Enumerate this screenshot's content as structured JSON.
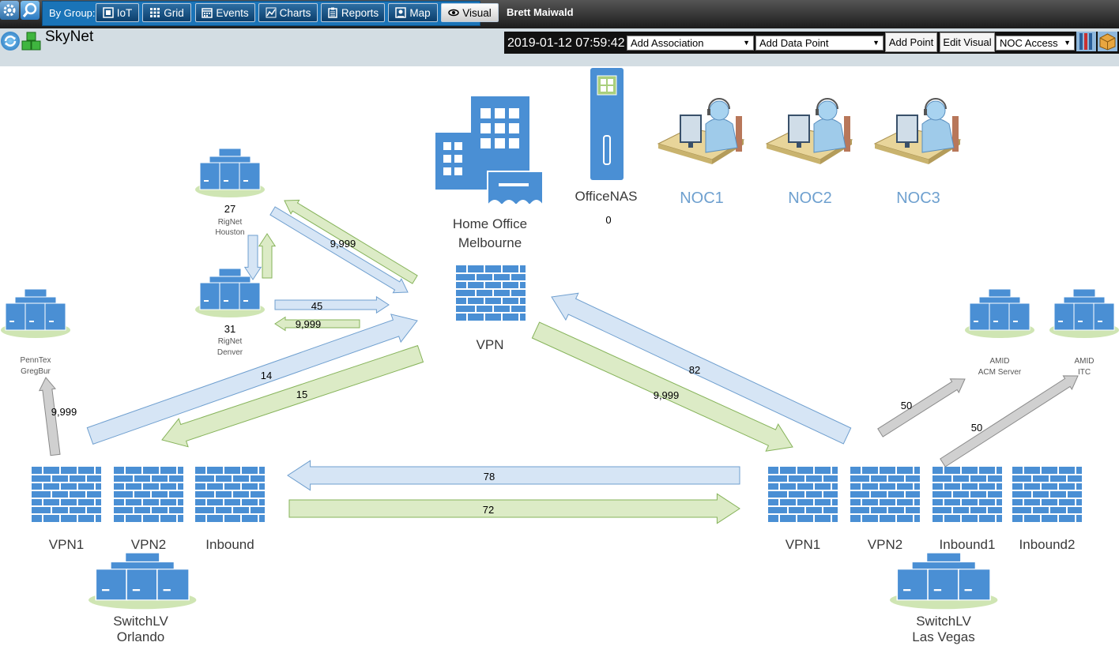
{
  "toolbar": {
    "group_label": "By Group:",
    "buttons": [
      "IoT",
      "Grid",
      "Events",
      "Charts",
      "Reports",
      "Map",
      "Visual"
    ],
    "active": "Visual",
    "user": "Brett Maiwald"
  },
  "page": {
    "title": "SkyNet",
    "datetime": "2019-01-12 07:59:42",
    "add_association": "Add Association",
    "add_data_point": "Add Data Point",
    "add_point": "Add Point",
    "edit_visual": "Edit Visual",
    "noc_access": "NOC Access"
  },
  "diagram": {
    "home_office": "Home Office",
    "home_office_city": "Melbourne",
    "officenas": "OfficeNAS",
    "officenas_value": "0",
    "noc": [
      "NOC1",
      "NOC2",
      "NOC3"
    ],
    "vpn": "VPN",
    "rignet_houston": {
      "value": "27",
      "name": "RigNet",
      "city": "Houston"
    },
    "rignet_denver": {
      "value": "31",
      "name": "RigNet",
      "city": "Denver"
    },
    "penntex": {
      "name": "PennTex",
      "sub": "GregBur"
    },
    "amid_acm": {
      "name": "AMID",
      "sub": "ACM Server"
    },
    "amid_itc": {
      "name": "AMID",
      "sub": "ITC"
    },
    "orlando": {
      "switch": "SwitchLV",
      "city": "Orlando",
      "fw": [
        "VPN1",
        "VPN2",
        "Inbound"
      ]
    },
    "lasvegas": {
      "switch": "SwitchLV",
      "city": "Las Vegas",
      "fw": [
        "VPN1",
        "VPN2",
        "Inbound1",
        "Inbound2"
      ]
    },
    "links": {
      "houston_to_vpn": "9,999",
      "denver_to_vpn": "45",
      "vpn_to_denver": "9,999",
      "orl_to_vpn": "14",
      "vpn_to_orl": "15",
      "orl_to_penntex": "9,999",
      "lv_to_vpn": "82",
      "vpn_to_lv": "9,999",
      "lv_to_orl": "78",
      "orl_to_lv": "72",
      "lv_to_acm": "50",
      "lv_to_itc": "50"
    }
  },
  "colors": {
    "blue_fill": "#d6e5f5",
    "blue_stroke": "#6f9fcf",
    "green_fill": "#dcebc6",
    "green_stroke": "#86b35a",
    "gray_fill": "#d0d0d0",
    "gray_stroke": "#8a8a8a",
    "icon_blue": "#4a8fd4",
    "noc_label": "#6ea0cf"
  }
}
